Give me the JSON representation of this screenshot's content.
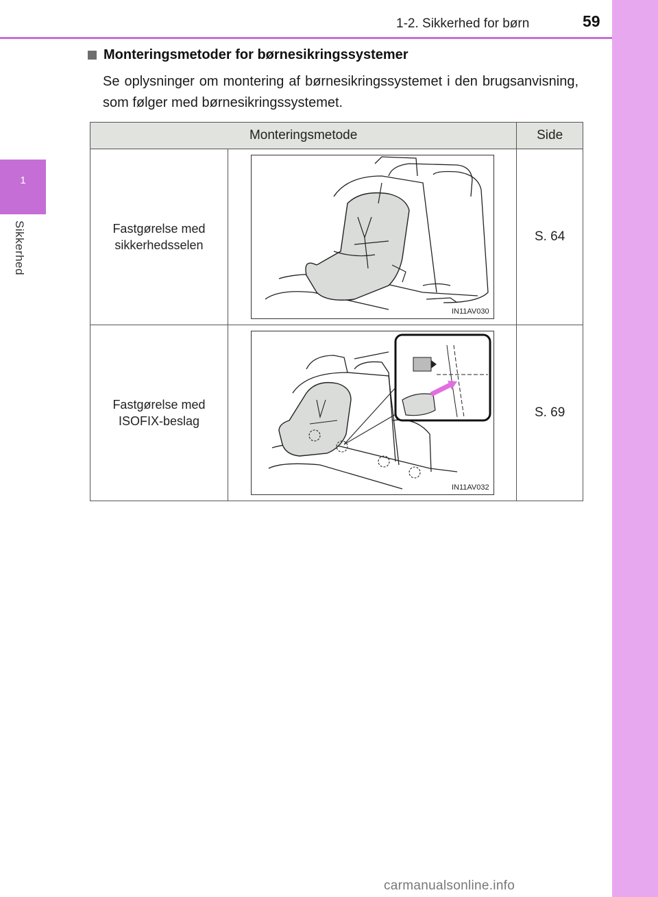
{
  "header": {
    "section_title": "1-2. Sikkerhed for børn",
    "page_number": "59"
  },
  "sidebar": {
    "chapter_number": "1",
    "chapter_label": "Sikkerhed"
  },
  "content": {
    "heading": "Monteringsmetoder for børnesikringssystemer",
    "paragraph": "Se oplysninger om montering af børnesikringssystemet i den brugsanvisning, som følger med børnesikringssystemet."
  },
  "table": {
    "headers": [
      "Monteringsmetode",
      "Side"
    ],
    "rows": [
      {
        "method": "Fastgørelse med sikkerhedsselen",
        "figure_code": "IN11AV030",
        "page": "S. 64"
      },
      {
        "method": "Fastgørelse med ISOFIX-beslag",
        "figure_code": "IN11AV032",
        "page": "S. 69"
      }
    ]
  },
  "watermark": "carmanualsonline.info",
  "colors": {
    "sidebar": "#e8a8f0",
    "sidebar_tab": "#c56ed6",
    "table_header": "#e0e3de",
    "seat_fill": "#d9dcd8"
  }
}
